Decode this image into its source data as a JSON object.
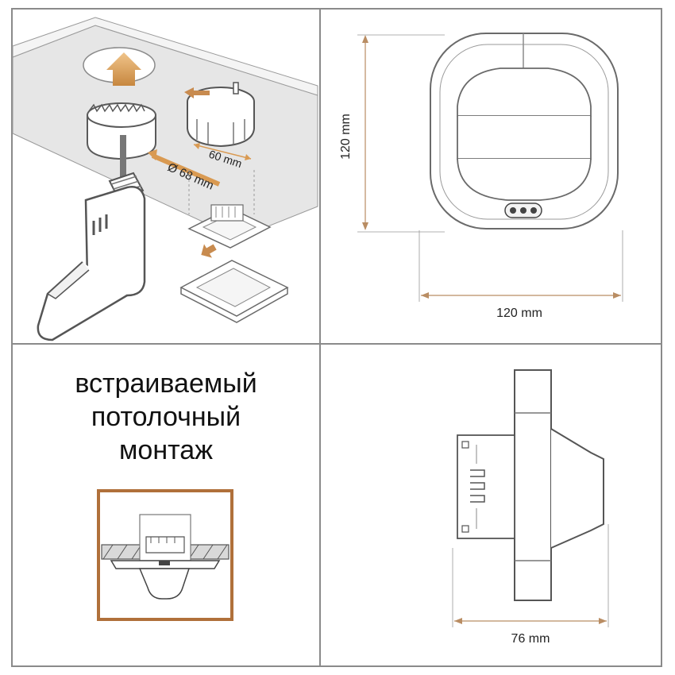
{
  "install": {
    "hole_diameter": "Ø 68 mm",
    "box_depth": "60 mm"
  },
  "front_view": {
    "height": "120 mm",
    "width": "120 mm"
  },
  "caption": {
    "line1": "встраиваемый",
    "line2": "потолочный",
    "line3": "монтаж"
  },
  "side_view": {
    "depth": "76 mm"
  },
  "colors": {
    "arrow": "#d99a52",
    "dimension": "#b98d63",
    "frame": "#8a8a8a",
    "highlight_box": "#b0703a",
    "line": "#6a6a6a"
  }
}
